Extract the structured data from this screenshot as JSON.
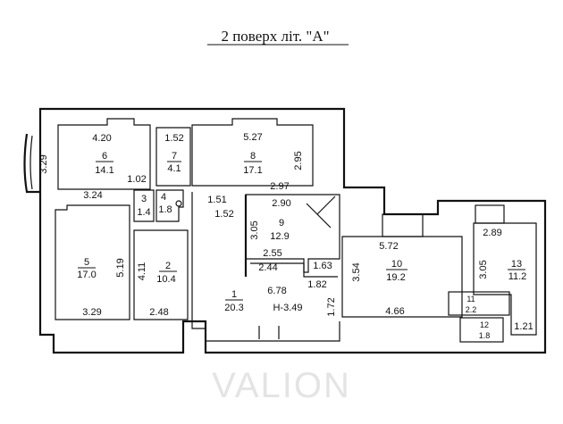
{
  "title": "2 поверх літ. \"А\"",
  "watermark": "VALION",
  "rooms": {
    "r1": {
      "num": "1",
      "area": "20.3",
      "d1": "6.78",
      "d2": "H-3.49",
      "d3": "2.44",
      "d4": "1.63",
      "d5": "1.82",
      "d6": "1.72"
    },
    "r2": {
      "num": "2",
      "area": "10.4",
      "d1": "4.11",
      "d2": "2.48"
    },
    "r3": {
      "num": "3",
      "area": "1.4"
    },
    "r4": {
      "num": "4",
      "area": "1.8"
    },
    "r5": {
      "num": "5",
      "area": "17.0",
      "d1": "5.19",
      "d2": "3.29"
    },
    "r6": {
      "num": "6",
      "area": "14.1",
      "d1": "4.20",
      "d2": "3.29",
      "d3": "1.02",
      "d4": "3.24"
    },
    "r7": {
      "num": "7",
      "area": "4.1",
      "d1": "1.52"
    },
    "r8": {
      "num": "8",
      "area": "17.1",
      "d1": "5.27",
      "d2": "2.95",
      "d3": "2.97"
    },
    "r9": {
      "num": "9",
      "area": "12.9",
      "d1": "2.90",
      "d2": "3.05",
      "d3": "2.55"
    },
    "r10": {
      "num": "10",
      "area": "19.2",
      "d1": "5.72",
      "d2": "3.54",
      "d3": "4.66"
    },
    "r11": {
      "num": "11",
      "area": "2.2"
    },
    "r12": {
      "num": "12",
      "area": "1.8"
    },
    "r13": {
      "num": "13",
      "area": "11.2",
      "d1": "2.89",
      "d2": "3.05",
      "d3": "1.21"
    },
    "corridor": {
      "d1": "1.51",
      "d2": "1.52"
    }
  }
}
